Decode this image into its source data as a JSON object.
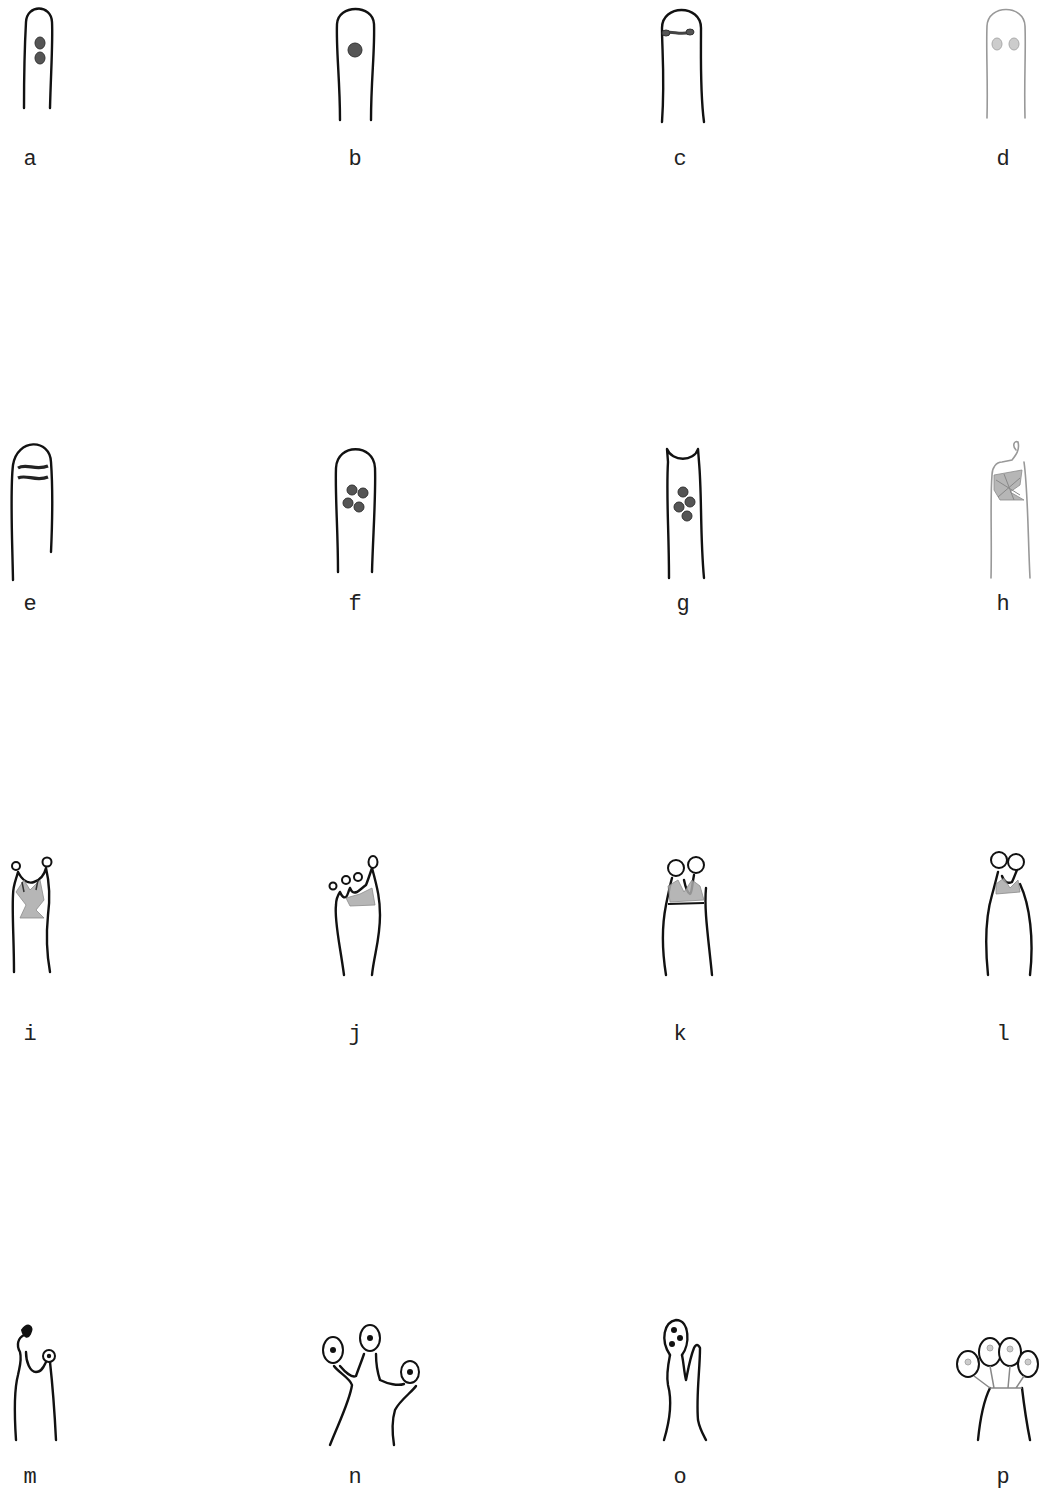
{
  "diagram": {
    "labels": [
      "a",
      "b",
      "c",
      "d",
      "e",
      "f",
      "g",
      "h",
      "i",
      "j",
      "k",
      "l",
      "m",
      "n",
      "o",
      "p"
    ]
  }
}
